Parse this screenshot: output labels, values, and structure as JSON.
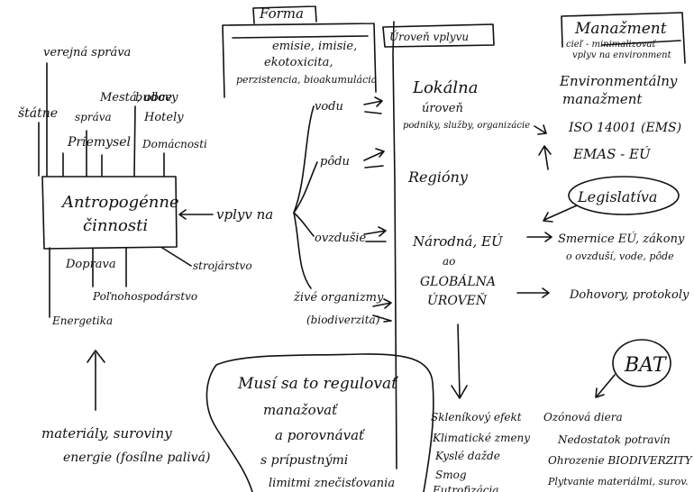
{
  "forma": {
    "title": "Forma",
    "items": [
      "emisie, imisie,",
      "ekotoxicita,",
      "perzistencia, bioakumulácia"
    ]
  },
  "uroven": {
    "title": "Úroveň vplyvu"
  },
  "manazment": {
    "title": "Manažment",
    "line1": "cieľ - minimalizovať",
    "line2": "vplyv na environment"
  },
  "sectors": {
    "verejna": "verejná správa",
    "statne": "štátne",
    "sprava": "správa",
    "mesta": "Mestá, obce",
    "budovy": "budovy",
    "hotely": "Hotely",
    "priemysel": "Priemysel",
    "domacnosti": "Domácnosti",
    "doprava": "Doprava",
    "strojarstvo": "strojárstvo",
    "polnohospodarstvo": "Poľnohospodárstvo",
    "energetika": "Energetika"
  },
  "center": {
    "line1": "Antropogénne",
    "line2": "činnosti"
  },
  "vplyv": "vplyv na",
  "targets": {
    "vodu": "vodu",
    "podu": "pôdu",
    "ovzdusie": "ovzdušie",
    "organizmy": "živé organizmy",
    "biodiverzita": "(biodiverzita)"
  },
  "levels": {
    "lokalna": "Lokálna",
    "uroven": "úroveň",
    "podniky": "podniky, služby, organizácie",
    "regiony": "Regióny",
    "narodna": "Národná, EÚ",
    "ao": "ao",
    "globalna": "GLOBÁLNA",
    "globalna2": "ÚROVEŇ"
  },
  "manag_items": {
    "env1": "Environmentálny",
    "env2": "manažment",
    "iso": "ISO 14001 (EMS)",
    "emas": "EMAS - EÚ",
    "legislativa": "Legislatíva",
    "smernice1": "Smernice EÚ, zákony",
    "smernice2": "o ovzduší, vode, pôde",
    "dohovory": "Dohovory, protokoly",
    "bat": "BAT"
  },
  "inputs": {
    "line1": "materiály, suroviny",
    "line2": "energie (fosílne palivá)"
  },
  "regulate": {
    "line1": "Musí sa to regulovať",
    "line2": "manažovať",
    "line3": "a porovnávať",
    "line4": "s prípustnými",
    "line5": "limitmi znečisťovania"
  },
  "global_effects": [
    "Skleníkový efekt",
    "Klimatické zmeny",
    "Kyslé dažde",
    "Smog",
    "Eutrofizácia"
  ],
  "bat_effects": [
    "Ozónová diera",
    "Nedostatok potravín",
    "Ohrozenie BIODIVERZITY",
    "Plytvanie materiálmi, surov."
  ]
}
